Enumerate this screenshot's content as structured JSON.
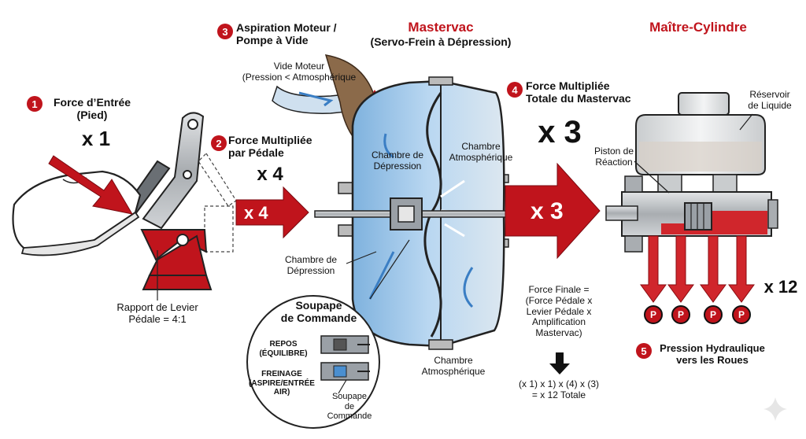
{
  "steps": {
    "s1": {
      "num": "1",
      "label": "Force d’Entrée\n(Pied)",
      "mult": "x 1"
    },
    "s2": {
      "num": "2",
      "label": "Force Multipliée\npar Pédale",
      "mult": "x 4",
      "arrow": "x 4"
    },
    "s3": {
      "num": "3",
      "label": "Aspiration Moteur /\nPompe à Vide"
    },
    "s4": {
      "num": "4",
      "label": "Force Multipliée\nTotale du Mastervac",
      "mult": "x 3",
      "arrow": "x 3"
    },
    "s5": {
      "num": "5",
      "label": "Pression Hydraulique\nvers les Roues",
      "mult": "x 12"
    }
  },
  "titles": {
    "mastervac": "Mastervac",
    "mastervac_sub": "(Servo-Frein à Dépression)",
    "master_cyl": "Maître-Cylindre"
  },
  "labels": {
    "vide_moteur": "Vide Moteur\n(Pression < Atmosphérique",
    "levier": "Rapport de Levier\nPédale = 4:1",
    "chambre_dep_top": "Chambre de\nDépression",
    "chambre_atm_top": "Chambre\nAtmosphérique",
    "chambre_dep_bottom": "Chambre de\nDépression",
    "chambre_atm_bottom": "Chambre\nAtmosphérique",
    "soupape_title": "Soupape\nde Commande",
    "repos": "REPOS\n(ÉQUILIBRE)",
    "freinage": "FREINAGE\n(ASPIRE/ENTRÉE\nAIR)",
    "soupape_small": "Soupape\nde\nCommande",
    "reservoir": "Réservoir\nde Liquide",
    "piston": "Piston de\nRéaction",
    "force_finale": "Force Finale =\n(Force Pédale x\nLevier Pédale x\nAmplification\nMastervac)",
    "formula": "(x 1) x 1) x (4) x (3)\n= x 12 Totale",
    "p": "P"
  },
  "colors": {
    "red": "#c0141c",
    "blue": "#9cc6ea",
    "steel": "#9aa0a6",
    "fluid": "#d0262c"
  }
}
